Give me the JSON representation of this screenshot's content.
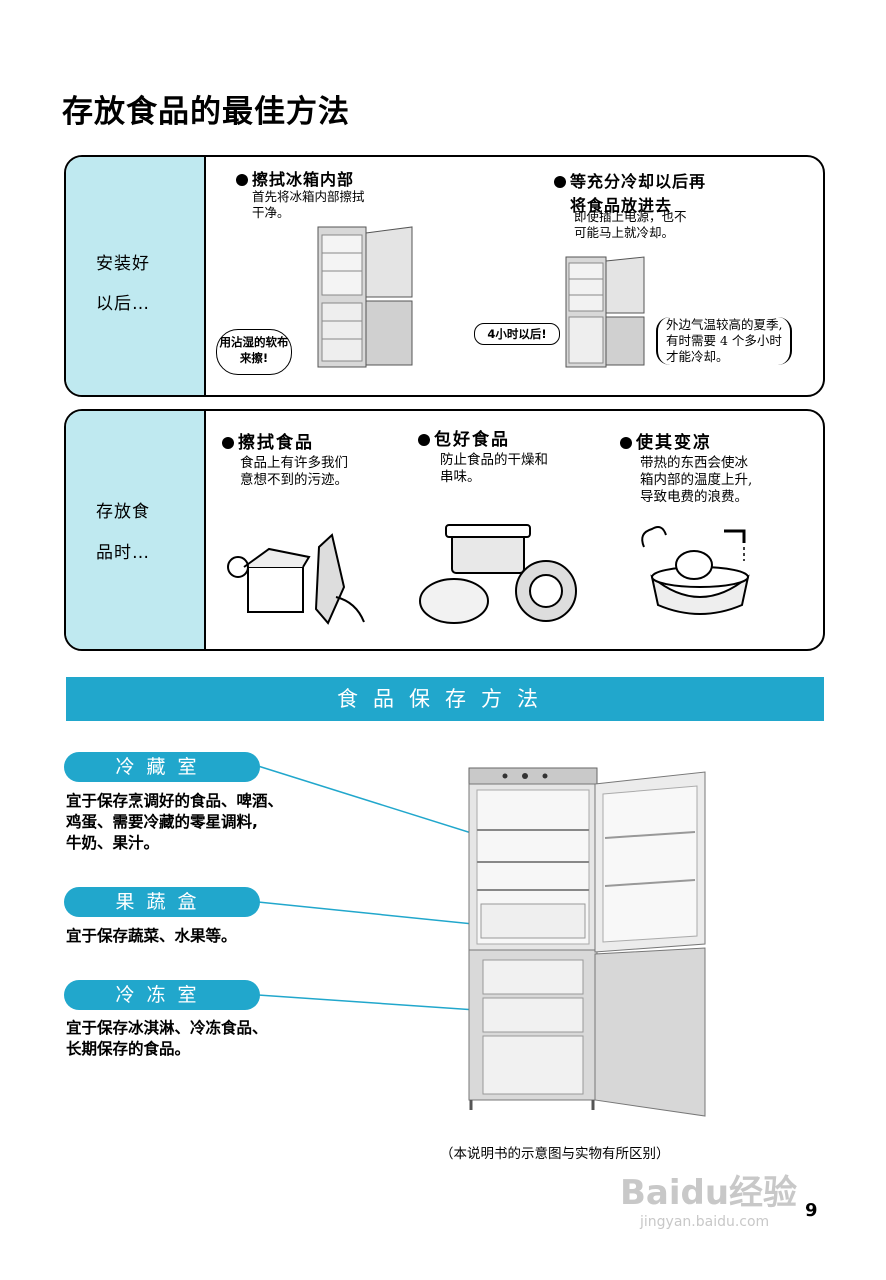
{
  "page_title": "存放食品的最佳方法",
  "section1": {
    "side_line1": "安装好",
    "side_line2": "以后…",
    "item1": {
      "heading": "擦拭冰箱内部",
      "body_line1": "首先将冰箱内部擦拭",
      "body_line2": "干净。",
      "bubble_line1": "用沾湿的软布",
      "bubble_line2": "来擦!"
    },
    "item2": {
      "heading_line1": "等充分冷却以后再",
      "heading_line2": "将食品放进去",
      "body_line1": "即使插上电源，也不",
      "body_line2": "可能马上就冷却。",
      "bubble": "4小时以后!",
      "note_line1": "外边气温较高的夏季,",
      "note_line2": "有时需要 4 个多小时",
      "note_line3": "才能冷却。"
    }
  },
  "section2": {
    "side_line1": "存放食",
    "side_line2": "品时…",
    "items": [
      {
        "heading": "擦拭食品",
        "body_line1": "食品上有许多我们",
        "body_line2": "意想不到的污迹。",
        "body_line3": ""
      },
      {
        "heading": "包好食品",
        "body_line1": "防止食品的干燥和",
        "body_line2": "串味。",
        "body_line3": ""
      },
      {
        "heading": "使其变凉",
        "body_line1": "带热的东西会使冰",
        "body_line2": "箱内部的温度上升,",
        "body_line3": "导致电费的浪费。"
      }
    ]
  },
  "band_title": "食品保存方法",
  "storage": [
    {
      "label": "冷藏室",
      "desc_line1": "宜于保存烹调好的食品、啤酒、",
      "desc_line2": "鸡蛋、需要冷藏的零星调料,",
      "desc_line3": "牛奶、果汁。"
    },
    {
      "label": "果蔬盒",
      "desc_line1": "宜于保存蔬菜、水果等。",
      "desc_line2": "",
      "desc_line3": ""
    },
    {
      "label": "冷冻室",
      "desc_line1": "宜于保存冰淇淋、冷冻食品、",
      "desc_line2": "长期保存的食品。",
      "desc_line3": ""
    }
  ],
  "footnote": "（本说明书的示意图与实物有所区别）",
  "page_number": "9",
  "watermark": "Baidu经验",
  "watermark_url": "jingyan.baidu.com",
  "colors": {
    "accent": "#21a7cc",
    "side_panel": "#bfe9f0"
  }
}
